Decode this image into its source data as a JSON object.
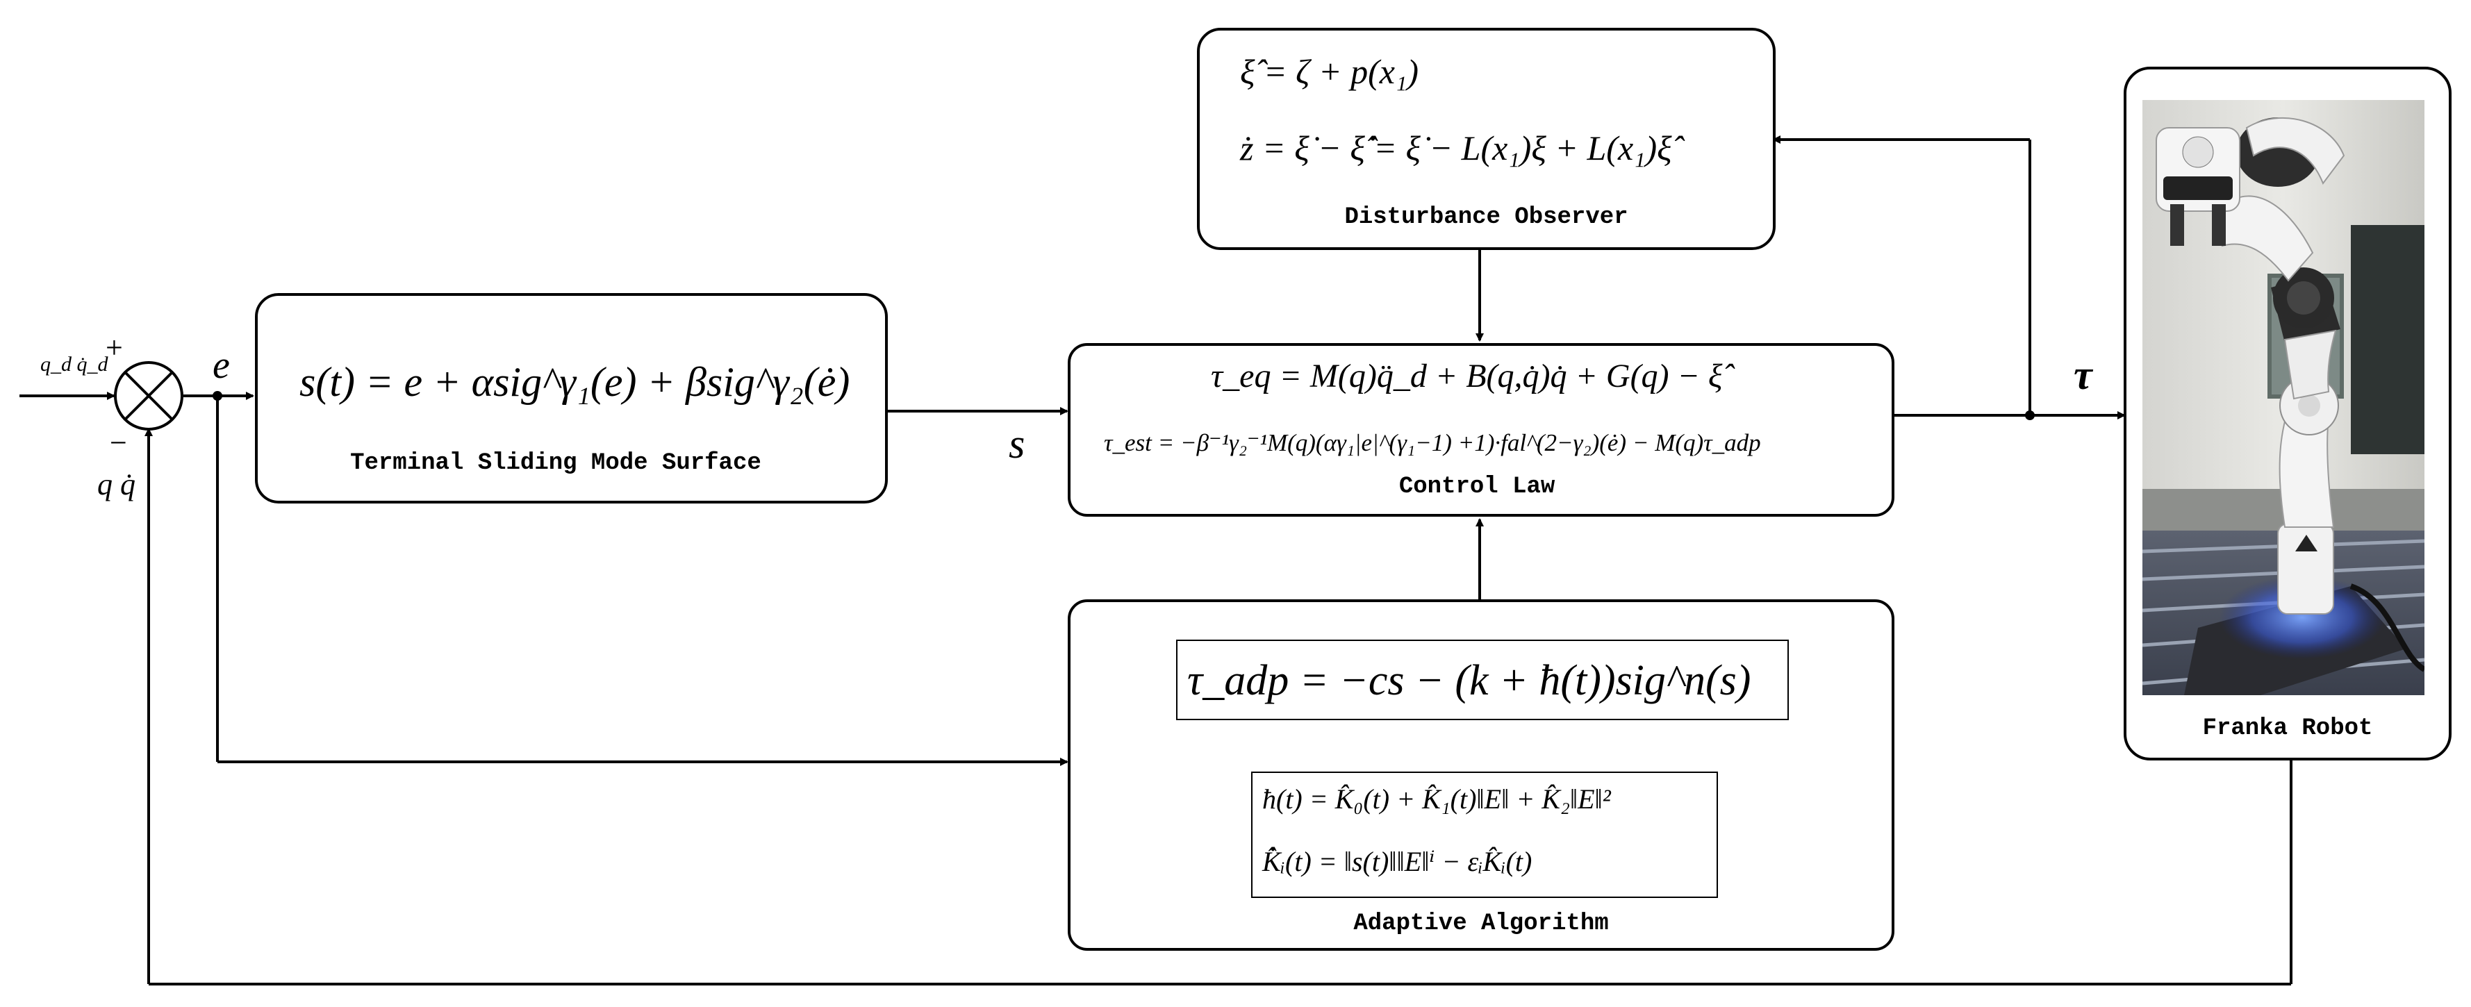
{
  "blocks": {
    "disturbance_observer": {
      "title": "Disturbance Observer",
      "eq1": "ξ̂ = ζ + p(x₁)",
      "eq2": "ż = ξ̇ − ξ̂̇ = ξ̇ − L(x₁)ξ + L(x₁)ξ̂"
    },
    "sliding_surface": {
      "title": "Terminal Sliding Mode Surface",
      "eq": "s(t) = e + αsig^γ₁(e) + βsig^γ₂(ė)"
    },
    "control_law": {
      "title": "Control Law",
      "eq1": "τ_eq = M(q)q̈_d + B(q,q̇)q̇ + G(q) − ξ̂",
      "eq2": "τ_est = −β⁻¹γ₂⁻¹M(q)(αγ₁|e|^(γ₁−1) +1)·fal^(2−γ₂)(ė) − M(q)τ_adp"
    },
    "adaptive_algorithm": {
      "title": "Adaptive Algorithm",
      "eq_main": "τ_adp = −cs − (k + ħ(t))sig^n(s)",
      "eq_h": "ħ(t) = K̂₀(t) + K̂₁(t)‖E‖ + K̂₂‖E‖²",
      "eq_k": "K̂̇ᵢ(t) = ‖s(t)‖‖E‖ⁱ − εᵢK̂ᵢ(t)"
    },
    "robot": {
      "title": "Franka Robot"
    }
  },
  "signals": {
    "input_desired": "q_d  q̇_d",
    "plus_sign": "+",
    "minus_sign": "−",
    "feedback": "q  q̇",
    "error": "e",
    "sliding_var": "s",
    "torque": "τ"
  }
}
